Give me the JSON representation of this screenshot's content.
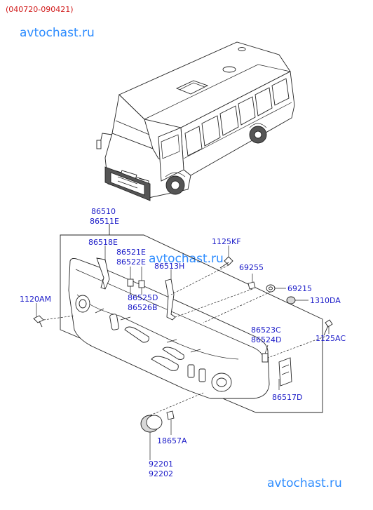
{
  "header": {
    "date_range": "(040720-090421)"
  },
  "watermarks": [
    "avtochast.ru",
    "avtochast.ru",
    "avtochast.ru"
  ],
  "labels": {
    "l86510": "86510",
    "l86511E": "86511E",
    "l86518E": "86518E",
    "l86521E": "86521E",
    "l86522E": "86522E",
    "l86513H": "86513H",
    "l1125KF": "1125KF",
    "l69255": "69255",
    "l69215": "69215",
    "l1310DA": "1310DA",
    "l1120AM": "1120AM",
    "l86525D": "86525D",
    "l86526B": "86526B",
    "l86523C": "86523C",
    "l86524D": "86524D",
    "l1125AC": "1125AC",
    "l86517D": "86517D",
    "l18657A": "18657A",
    "l92201": "92201",
    "l92202": "92202"
  }
}
